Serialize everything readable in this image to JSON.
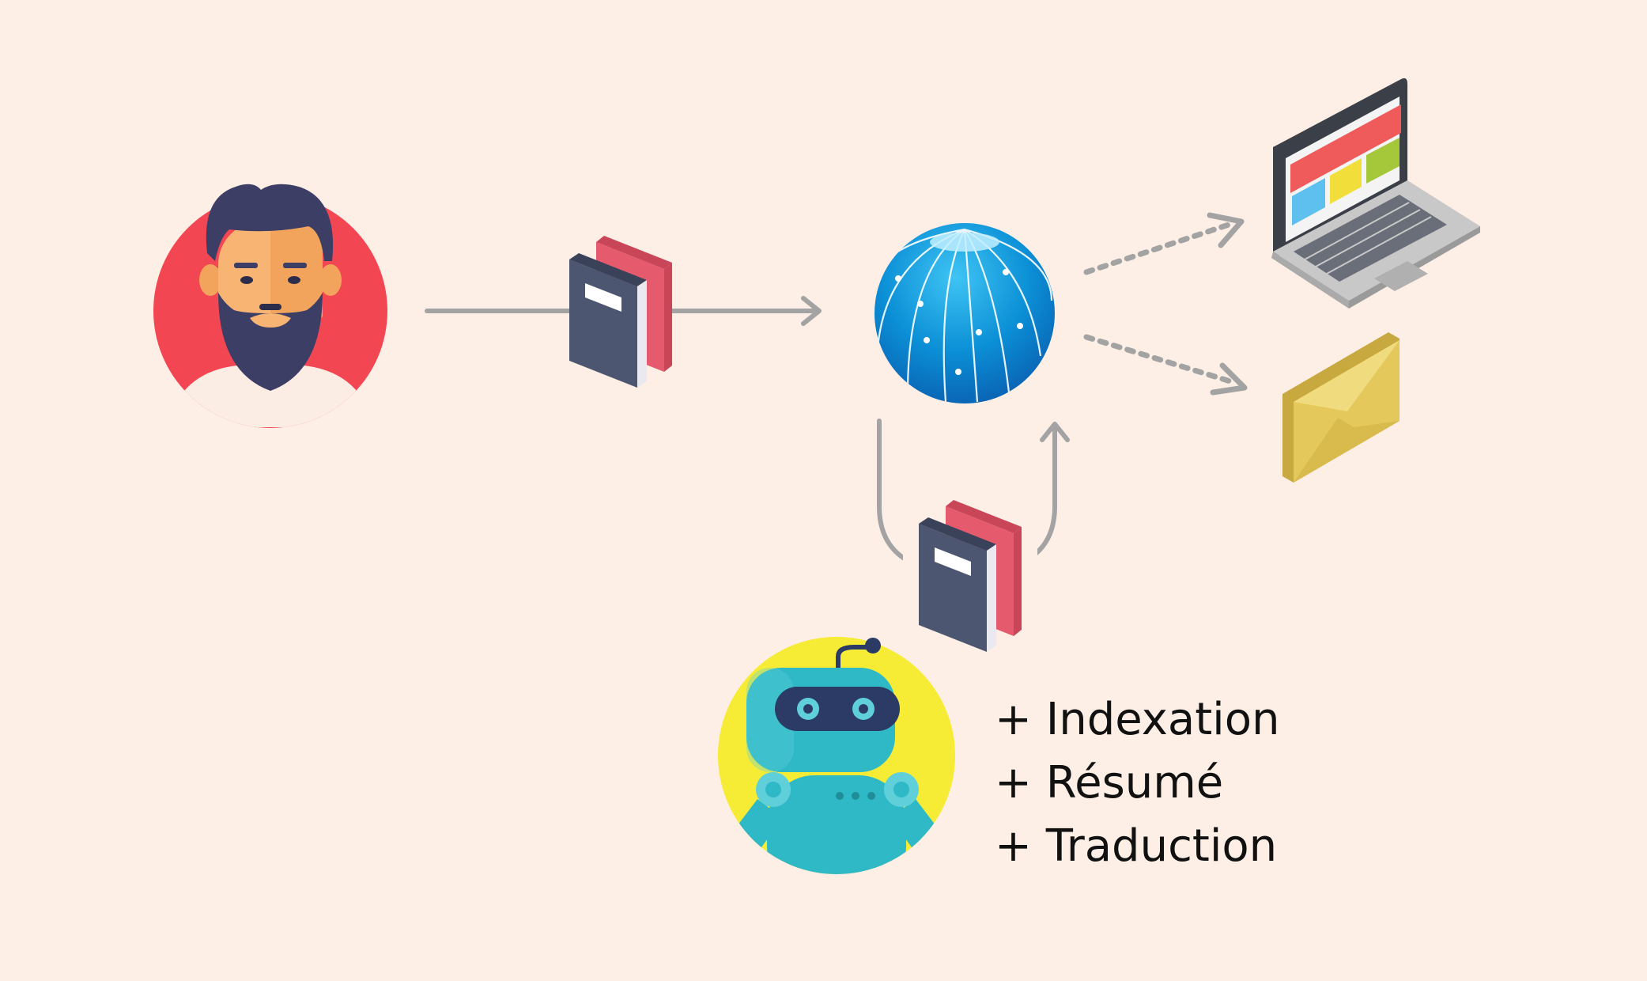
{
  "features": [
    "+ Indexation",
    "+ Résumé",
    "+ Traduction"
  ],
  "colors": {
    "background": "#fdefe6",
    "arrow": "#a3a3a3",
    "user_circle": "#f34653",
    "robot_circle": "#f7ec35",
    "robot_body": "#2fb9c6",
    "globe": "#0b8fd6",
    "book_dark": "#4c5670",
    "book_red": "#e65a6d",
    "envelope": "#e4c85b",
    "laptop_body": "#c8c8c8",
    "screen_red": "#ef5a5a",
    "screen_blue": "#5ec0ef",
    "screen_yellow": "#f2de3a",
    "screen_green": "#a4c83a"
  },
  "icons": [
    "user-avatar-icon",
    "books-icon",
    "globe-network-icon",
    "laptop-icon",
    "envelope-icon",
    "robot-icon"
  ]
}
